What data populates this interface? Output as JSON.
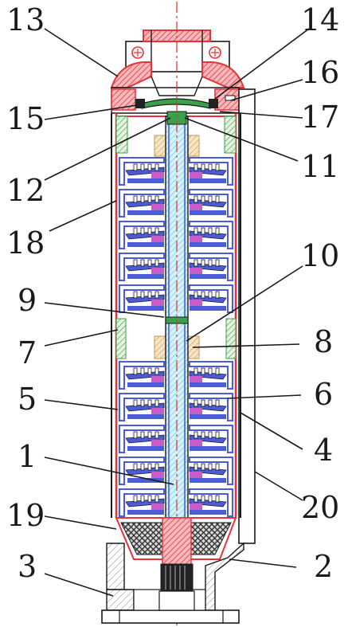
{
  "diagram": {
    "labels": [
      "1",
      "2",
      "3",
      "4",
      "5",
      "6",
      "7",
      "8",
      "9",
      "10",
      "11",
      "12",
      "13",
      "14",
      "15",
      "16",
      "17",
      "18",
      "19",
      "20"
    ]
  },
  "colors": {
    "outline": "#1a1a1a",
    "casing_red": "#e8323a",
    "impeller_blue": "#4b5bd9",
    "diffuser_magenta": "#c85cc8",
    "shaft_cyan": "#54c8e8",
    "bearing_green": "#3aa14a",
    "coupling_sand": "#e8c890",
    "strainer_dark": "#3a3a3a",
    "center_line": "#d83030"
  }
}
